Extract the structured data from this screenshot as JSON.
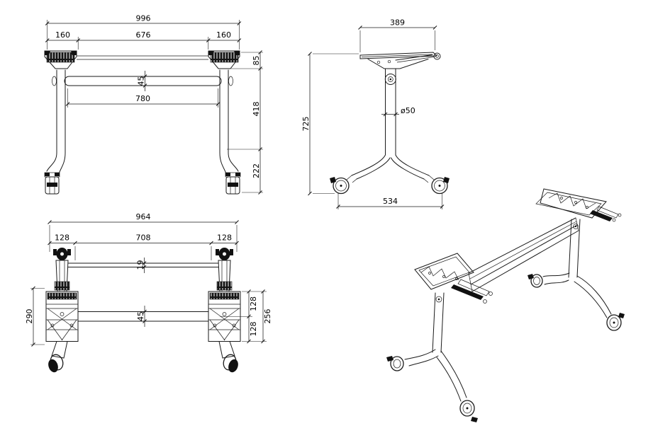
{
  "colors": {
    "line": "#1a1a1a",
    "background": "#ffffff"
  },
  "views": {
    "front": {
      "dims": {
        "overall_width": "996",
        "left_offset": "160",
        "center_span": "676",
        "right_offset": "160",
        "beam_height": "45",
        "leg_span": "780",
        "bracket_height": "85",
        "column_height": "418",
        "foot_height": "222"
      }
    },
    "side": {
      "dims": {
        "top_width": "389",
        "overall_height": "725",
        "column_diameter": "ø50",
        "base_width": "534"
      }
    },
    "plan": {
      "dims": {
        "overall_width": "964",
        "left_offset": "128",
        "center_span": "708",
        "right_offset": "128",
        "top_bar_width": "19",
        "beam_width": "45",
        "foot_length": "290",
        "right_upper": "128",
        "right_lower": "128",
        "right_overall": "256"
      }
    }
  }
}
